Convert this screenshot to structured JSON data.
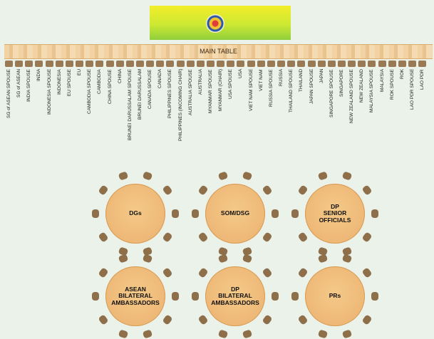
{
  "main_table": {
    "label": "MAIN TABLE",
    "seats": [
      "SG of ASEAN SPOUSE",
      "SG of ASEAN",
      "INDIA SPOUSE",
      "INDIA",
      "INDONESIA SPOUSE",
      "INDONESIA",
      "EU SPOUSE",
      "EU",
      "CAMBODIA SPOUSE",
      "CAMBODIA",
      "CHINA SPOUSE",
      "CHINA",
      "BRUNEI DARUSSALAM SPOUSE",
      "BRUNEI DARUSSALAM",
      "CANADA SPOUSE",
      "CANADA",
      "PHILIPPINES SPOUSE",
      "PHILIPPINES (INCOMING CHAIR)",
      "AUSTRALIA SPOUSE",
      "AUSTRALIA",
      "MYANMAR SPOUSE",
      "MYANMAR (CHAIR)",
      "USA SPOUSE",
      "USA",
      "VIET NAM SPOUSE",
      "VIET NAM",
      "RUSSIA SPOUSE",
      "RUSSIA",
      "THAILAND SPOUSE",
      "THAILAND",
      "JAPAN SPOUSE",
      "JAPAN",
      "SINGAPORE SPOUSE",
      "SINGAPORE",
      "NEW ZEALAND SPOUSE",
      "NEW ZEALAND",
      "MALAYSIA SPOUSE",
      "MALAYSIA",
      "ROK SPOUSE",
      "ROK",
      "LAO PDR SPOUSE",
      "LAO PDR"
    ]
  },
  "round_tables": [
    {
      "label": "DGs"
    },
    {
      "label": "SOM/DSG"
    },
    {
      "label": "DP\nSENIOR\nOFFICIALS"
    },
    {
      "label": "ASEAN\nBILATERAL\nAMBASSADORS"
    },
    {
      "label": "DP\nBILATERAL\nAMBASSADORS"
    },
    {
      "label": "PRs"
    }
  ]
}
